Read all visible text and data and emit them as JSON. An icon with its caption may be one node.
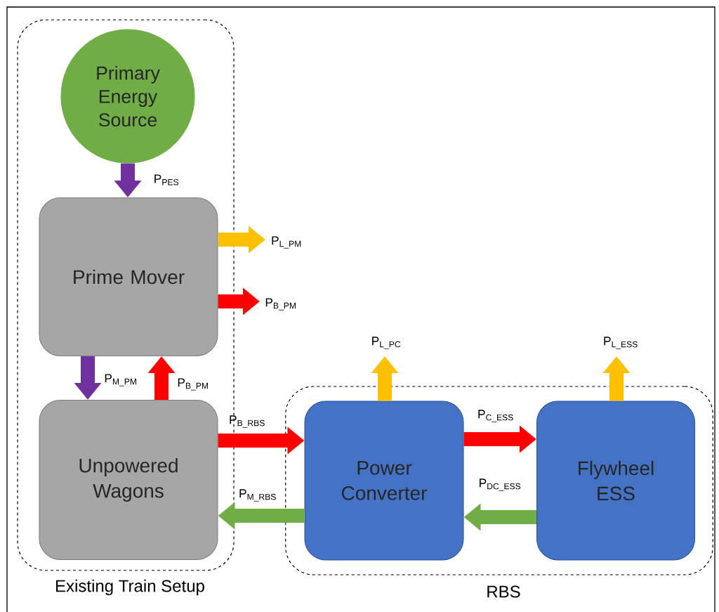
{
  "diagram": {
    "nodes": [
      {
        "text": [
          "Existing Train Setup"
        ]
      },
      {
        "text": [
          "Primary Energy Source"
        ],
        "in": 0
      },
      {
        "text": [
          "Prime Mover"
        ],
        "in": 0
      },
      {
        "text": [
          "Unpowered Wagons"
        ],
        "in": 0
      },
      {
        "text": [
          "RBS"
        ]
      },
      {
        "text": [
          "Power Converter"
        ],
        "in": 4
      },
      {
        "text": [
          "Flywheel ESS"
        ],
        "in": 4
      }
    ],
    "edges": [
      {
        "from": 1,
        "to": 2,
        "arrow": "to",
        "label": "P$_{PES}$",
        "color": "#7030a0"
      },
      {
        "from": 2,
        "to": null,
        "arrow": "to",
        "label": "P$_{L_PM}$",
        "color": "#ffc000"
      },
      {
        "from": 2,
        "to": null,
        "arrow": "to",
        "label": "P$_{B_PM}$",
        "color": "#ff0000"
      },
      {
        "from": 2,
        "to": 3,
        "arrow": "to",
        "label": "P$_{M_PM}$",
        "color": "#7030a0"
      },
      {
        "from": 3,
        "to": 2,
        "arrow": "to",
        "label": "P$_{B_PM}$",
        "color": "#ff0000"
      },
      {
        "from": 3,
        "to": 5,
        "arrow": "to",
        "label": "P$_{B_RBS}$",
        "color": "#ff0000"
      },
      {
        "from": 5,
        "to": 3,
        "arrow": "to",
        "label": "P$_{M_RBS}$",
        "color": "#70ad47"
      },
      {
        "from": 5,
        "to": null,
        "arrow": "to",
        "label": "P$_{L_PC}$",
        "color": "#ffc000"
      },
      {
        "from": 5,
        "to": 6,
        "arrow": "to",
        "label": "P$_{C_ESS}$",
        "color": "#ff0000"
      },
      {
        "from": 6,
        "to": 5,
        "arrow": "to",
        "label": "P$_{DC_ESS}$",
        "color": "#70ad47"
      },
      {
        "from": 6,
        "to": null,
        "arrow": "to",
        "label": "P$_{L_ESS}$",
        "color": "#ffc000"
      }
    ]
  }
}
